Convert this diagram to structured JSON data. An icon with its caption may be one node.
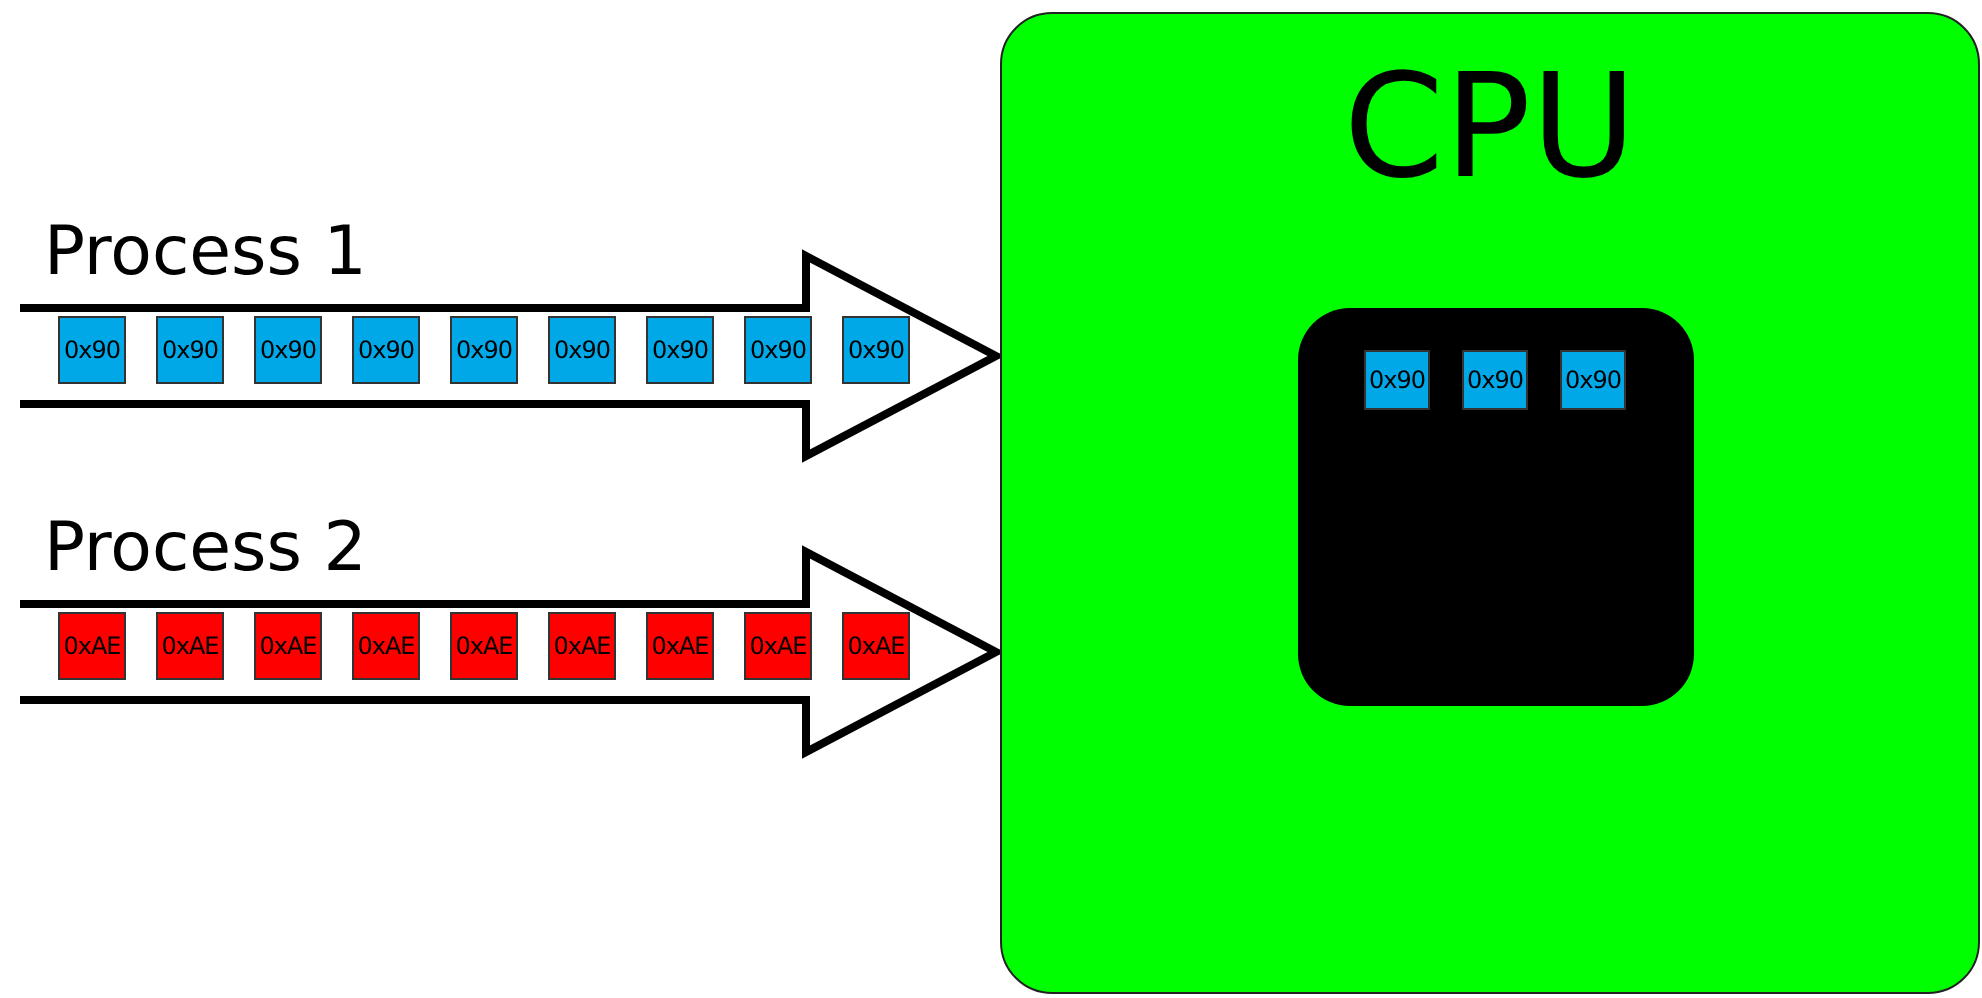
{
  "diagram": {
    "nodes": [
      {
        "text": [
          "Process 1"
        ]
      },
      {
        "text": [
          "0x90"
        ],
        "in": 0
      },
      {
        "text": [
          "0x90"
        ],
        "in": 0
      },
      {
        "text": [
          "0x90"
        ],
        "in": 0
      },
      {
        "text": [
          "0x90"
        ],
        "in": 0
      },
      {
        "text": [
          "0x90"
        ],
        "in": 0
      },
      {
        "text": [
          "0x90"
        ],
        "in": 0
      },
      {
        "text": [
          "0x90"
        ],
        "in": 0
      },
      {
        "text": [
          "0x90"
        ],
        "in": 0
      },
      {
        "text": [
          "0x90"
        ],
        "in": 0
      },
      {
        "text": [
          "Process 2"
        ]
      },
      {
        "text": [
          "0xAE"
        ],
        "in": 10
      },
      {
        "text": [
          "0xAE"
        ],
        "in": 10
      },
      {
        "text": [
          "0xAE"
        ],
        "in": 10
      },
      {
        "text": [
          "0xAE"
        ],
        "in": 10
      },
      {
        "text": [
          "0xAE"
        ],
        "in": 10
      },
      {
        "text": [
          "0xAE"
        ],
        "in": 10
      },
      {
        "text": [
          "0xAE"
        ],
        "in": 10
      },
      {
        "text": [
          "0xAE"
        ],
        "in": 10
      },
      {
        "text": [
          "0xAE"
        ],
        "in": 10
      },
      {
        "text": [
          "CPU"
        ]
      },
      {
        "text": [],
        "shape": "box",
        "in": 20
      },
      {
        "text": [
          "0x90"
        ],
        "in": 21
      },
      {
        "text": [
          "0x90"
        ],
        "in": 21
      },
      {
        "text": [
          "0x90"
        ],
        "in": 21
      }
    ]
  }
}
